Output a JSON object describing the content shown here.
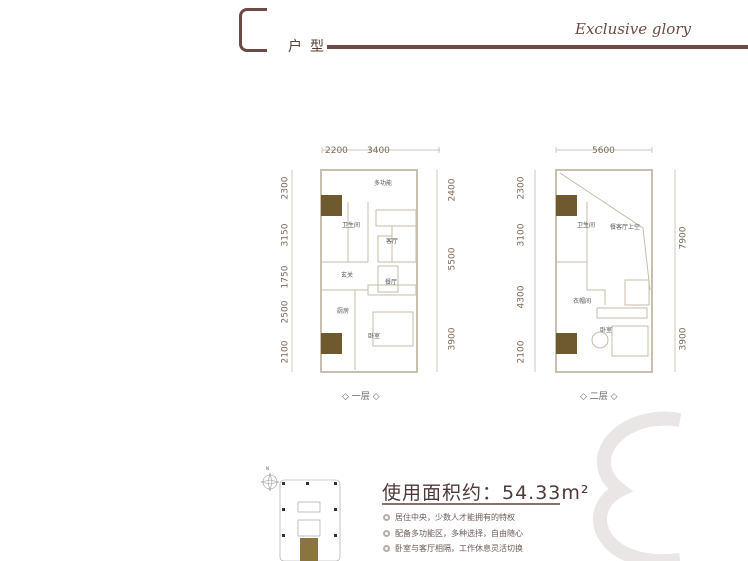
{
  "header": {
    "title": "户型",
    "tagline": "Exclusive glory"
  },
  "plan1": {
    "top_dims": [
      "2200",
      "3400"
    ],
    "left_dims": [
      "2300",
      "3150",
      "1750",
      "2500",
      "2100"
    ],
    "right_dims": [
      "2400",
      "5500",
      "3900"
    ],
    "rooms": {
      "multi": "多功能",
      "bath": "卫生间",
      "living": "客厅",
      "entry": "玄关",
      "dining": "餐厅",
      "kitchen": "厨房",
      "bedroom": "卧室"
    },
    "label": "一层"
  },
  "plan2": {
    "top_dims": [
      "5600"
    ],
    "left_dims": [
      "2300",
      "3100",
      "4300",
      "2100"
    ],
    "right_dims": [
      "7900",
      "3900"
    ],
    "rooms": {
      "bath": "卫生间",
      "void": "餐客厅上空",
      "closet": "衣帽间",
      "bedroom": "卧室"
    },
    "label": "二层"
  },
  "info": {
    "area": "使用面积约：54.33m²",
    "bullets": [
      "居住中央，少数人才能拥有的特权",
      "配备多功能区，多种选择，自由随心",
      "卧室与客厅相隔，工作休息灵活切换"
    ]
  },
  "compass": {
    "north": "N"
  },
  "colors": {
    "brand": "#6d4a45",
    "core": "#6e5a2e"
  }
}
